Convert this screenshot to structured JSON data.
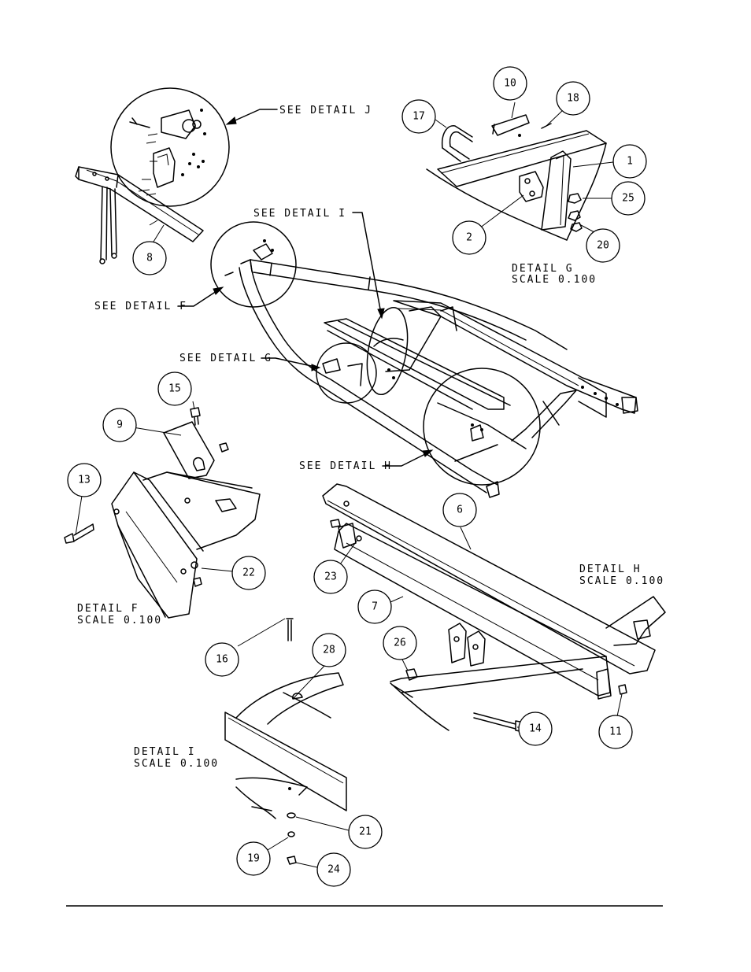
{
  "balloons": [
    {
      "id": "b1",
      "text": "1"
    },
    {
      "id": "b2",
      "text": "2"
    },
    {
      "id": "b6",
      "text": "6"
    },
    {
      "id": "b7",
      "text": "7"
    },
    {
      "id": "b8",
      "text": "8"
    },
    {
      "id": "b9",
      "text": "9"
    },
    {
      "id": "b10",
      "text": "10"
    },
    {
      "id": "b11",
      "text": "11"
    },
    {
      "id": "b13",
      "text": "13"
    },
    {
      "id": "b14",
      "text": "14"
    },
    {
      "id": "b15",
      "text": "15"
    },
    {
      "id": "b16",
      "text": "16"
    },
    {
      "id": "b17",
      "text": "17"
    },
    {
      "id": "b18",
      "text": "18"
    },
    {
      "id": "b19",
      "text": "19"
    },
    {
      "id": "b20",
      "text": "20"
    },
    {
      "id": "b21",
      "text": "21"
    },
    {
      "id": "b22",
      "text": "22"
    },
    {
      "id": "b23",
      "text": "23"
    },
    {
      "id": "b24",
      "text": "24"
    },
    {
      "id": "b25",
      "text": "25"
    },
    {
      "id": "b26",
      "text": "26"
    },
    {
      "id": "b28",
      "text": "28"
    }
  ],
  "callouts": {
    "see_detail_j": "SEE DETAIL  J",
    "see_detail_i": "SEE DETAIL  I",
    "see_detail_f": "SEE DETAIL  F",
    "see_detail_g": "SEE DETAIL  G",
    "see_detail_h": "SEE DETAIL  H"
  },
  "details": {
    "g": {
      "name": "DETAIL  G",
      "scale": "SCALE  0.100"
    },
    "h": {
      "name": "DETAIL  H",
      "scale": "SCALE  0.100"
    },
    "f": {
      "name": "DETAIL  F",
      "scale": "SCALE  0.100"
    },
    "i": {
      "name": "DETAIL  I",
      "scale": "SCALE  0.100"
    }
  },
  "style": {
    "ink": "#000000",
    "paper": "#ffffff"
  }
}
